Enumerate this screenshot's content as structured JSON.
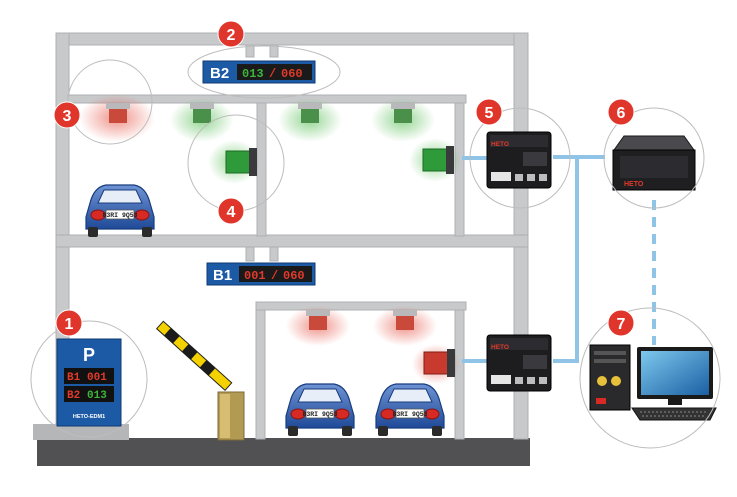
{
  "markers": [
    "1",
    "2",
    "3",
    "4",
    "5",
    "6",
    "7"
  ],
  "b2_sign": {
    "level": "B2",
    "count": "013",
    "sep": "/",
    "total": "060"
  },
  "b1_sign": {
    "level": "B1",
    "count": "001",
    "sep": "/",
    "total": "060"
  },
  "entrance_sign": {
    "symbol": "P",
    "row1": {
      "level": "B1",
      "count": "001"
    },
    "row2": {
      "level": "B2",
      "count": "013"
    },
    "model": "HETO-EDM1"
  },
  "brand": "HETO",
  "plate": "83RI 9Q53",
  "colors": {
    "occupied": "#d9302c",
    "available": "#3db43a",
    "sign_bg": "#1c5aa6",
    "marker": "#e0352b",
    "link": "#8fc4e6",
    "structure": "#c8c9cb"
  },
  "icons": [
    "red-light-icon",
    "green-light-icon",
    "car-icon",
    "barrier-icon",
    "controller-icon",
    "server-icon",
    "computer-icon"
  ]
}
